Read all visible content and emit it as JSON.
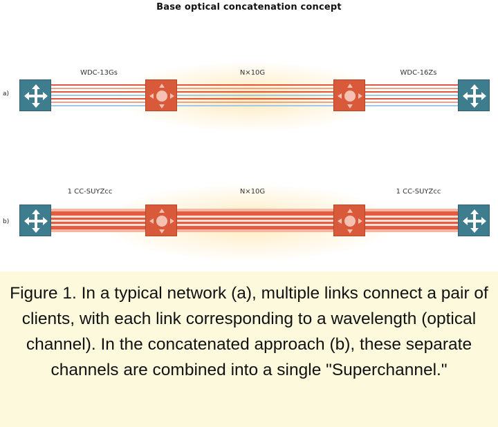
{
  "title": "Base optical concatenation concept",
  "diagram": {
    "row_a": {
      "label": "a)",
      "left_label": "WDC-13Gs",
      "middle_label": "N×10G",
      "right_label": "WDC-16Zs"
    },
    "row_b": {
      "label": "b)",
      "left_label": "1 CC-SUYZcc",
      "middle_label": "N×10G",
      "right_label": "1 CC-SUYZcc"
    }
  },
  "colors": {
    "client_node": "#3e7d8e",
    "roadm_node": "#d95a3a",
    "link_red": "#e2573b",
    "link_blue": "#9ec9e8",
    "caption_bg": "#fdf9dc"
  },
  "icons": {
    "client": "four-way-arrows-icon",
    "roadm": "roadm-node-icon"
  },
  "caption": "Figure 1. In a typical network (a), multiple links connect a pair of clients, with each link corresponding to a wavelength (optical channel). In the concatenated approach (b), these separate channels are combined into a single \"Superchannel.\""
}
